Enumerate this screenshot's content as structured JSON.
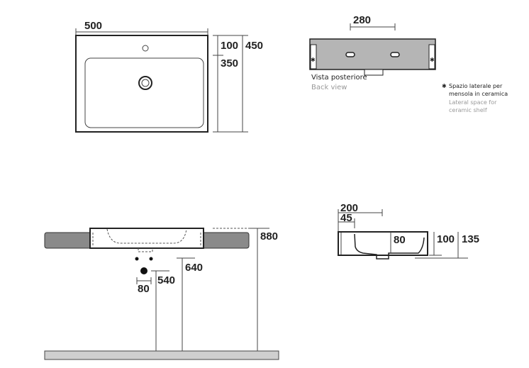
{
  "top_view": {
    "width": "500",
    "depth_inner": "100",
    "depth_basin": "350",
    "depth_total": "450"
  },
  "back_view": {
    "spacing": "280",
    "label_it": "Vista posteriore",
    "label_en": "Back view"
  },
  "note": {
    "marker": "✱",
    "line1_it": "Spazio  laterale  per",
    "line2_it": "mensola  in ceramica",
    "line1_en": "Lateral space for",
    "line2_en": "ceramic shelf"
  },
  "front_view": {
    "height_top": "880",
    "height_supply": "640",
    "height_waste": "540",
    "waste_offset": "80"
  },
  "side_view": {
    "depth_overall": "200",
    "tap_offset": "45",
    "bowl_depth": "80",
    "height_inner": "100",
    "height_total": "135"
  },
  "colors": {
    "shelf": "#8a8a8a",
    "back": "#b5b5b5",
    "floor": "#cfcfcf"
  }
}
